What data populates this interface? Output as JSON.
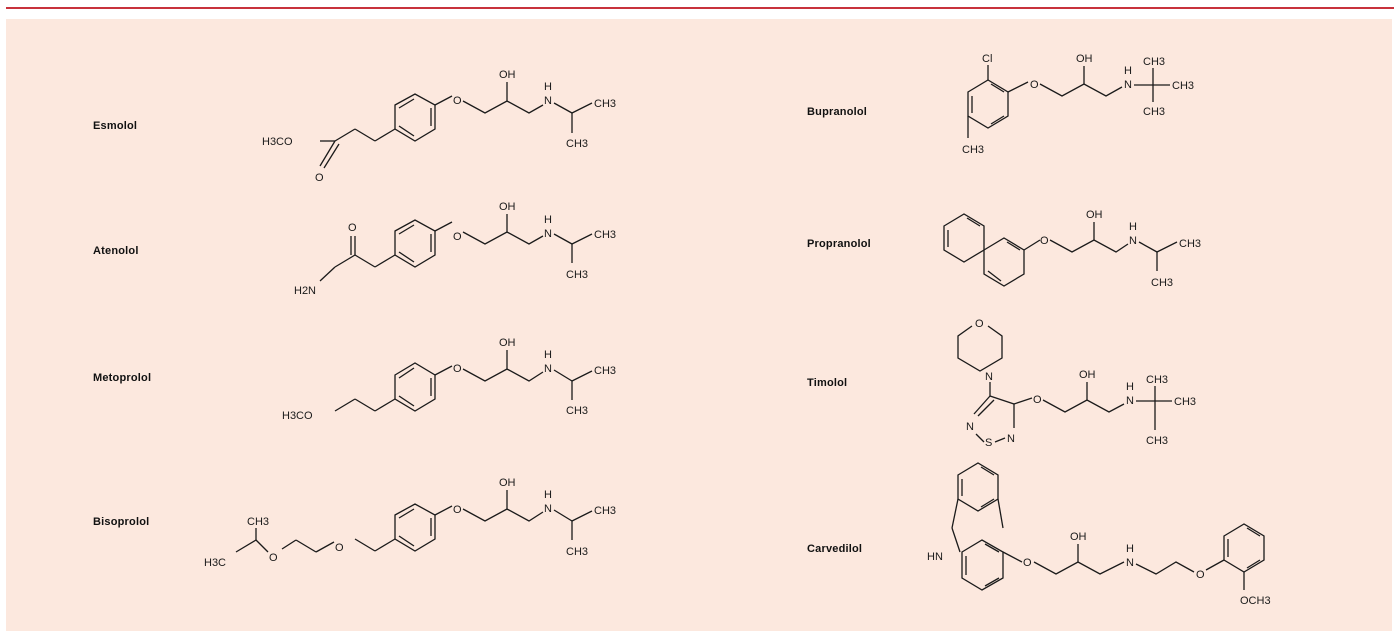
{
  "drugs": {
    "esmolol": {
      "name": "Esmolol",
      "terminal": "H3CO",
      "oxo": "O"
    },
    "atenolol": {
      "name": "Atenolol",
      "terminal": "H2N",
      "oxo": "O"
    },
    "metoprolol": {
      "name": "Metoprolol",
      "terminal": "H3CO"
    },
    "bisoprolol": {
      "name": "Bisoprolol",
      "terminal": "H3C",
      "branch_methyl": "CH3",
      "ether": "O"
    },
    "bupranolol": {
      "name": "Bupranolol",
      "chloro": "Cl",
      "ring_methyl": "CH3"
    },
    "propranolol": {
      "name": "Propranolol"
    },
    "timolol": {
      "name": "Timolol",
      "morpholine_o": "O",
      "morpholine_n": "N",
      "thiadiazole_n1": "N",
      "thiadiazole_s": "S",
      "thiadiazole_n2": "N"
    },
    "carvedilol": {
      "name": "Carvedilol",
      "carbazole_nh": "HN",
      "methoxy": "OCH3",
      "aryl_ether": "O"
    }
  },
  "common": {
    "ether_o": "O",
    "hydroxyl": "OH",
    "amine": "N",
    "amine_h": "H",
    "methyl": "CH3"
  }
}
